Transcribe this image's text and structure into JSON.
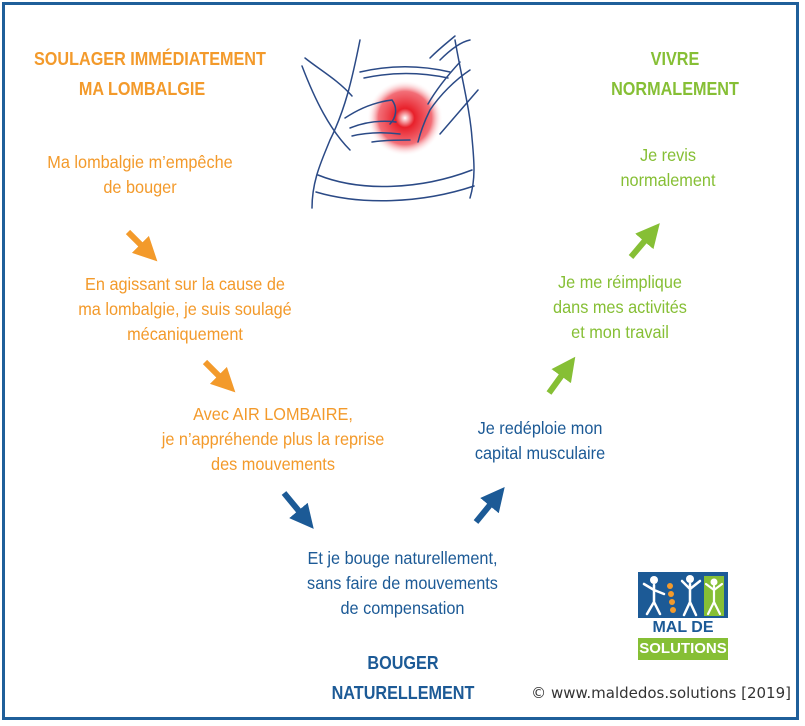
{
  "left_title": {
    "line1": "SOULAGER IMMÉDIATEMENT",
    "line2": "MA LOMBALGIE"
  },
  "right_title": {
    "line1": "VIVRE",
    "line2": "NORMALEMENT"
  },
  "bottom_title": {
    "line1": "BOUGER",
    "line2": "NATURELLEMENT"
  },
  "steps": {
    "s1": {
      "line1": "Ma lombalgie m’empêche",
      "line2": "de bouger"
    },
    "s2": {
      "line1": "En agissant sur la cause de",
      "line2": "ma lombalgie, je suis soulagé",
      "line3": "mécaniquement"
    },
    "s3": {
      "line1": "Avec AIR LOMBAIRE,",
      "line2": "je n’appréhende plus la reprise",
      "line3": "des mouvements"
    },
    "s4": {
      "line1": "Et je bouge naturellement,",
      "line2": "sans faire de mouvements",
      "line3": "de compensation"
    },
    "s5": {
      "line1": "Je redéploie mon",
      "line2": "capital musculaire"
    },
    "s6": {
      "line1": "Je me réimplique",
      "line2": "dans mes activités",
      "line3": "et mon travail"
    },
    "s7": {
      "line1": "Je revis",
      "line2": "normalement"
    }
  },
  "logo": {
    "line1": "MAL DE DOS",
    "line2": "SOLUTIONS"
  },
  "copyright": "© www.maldedos.solutions [2019]",
  "colors": {
    "orange": "#f39a2b",
    "green": "#86bf35",
    "blue": "#1c5a96",
    "pain_red": "#e8202a"
  },
  "icons": {
    "illustration": "lower-back-pain-illustration",
    "logo": "mal-de-dos-solutions-logo"
  }
}
